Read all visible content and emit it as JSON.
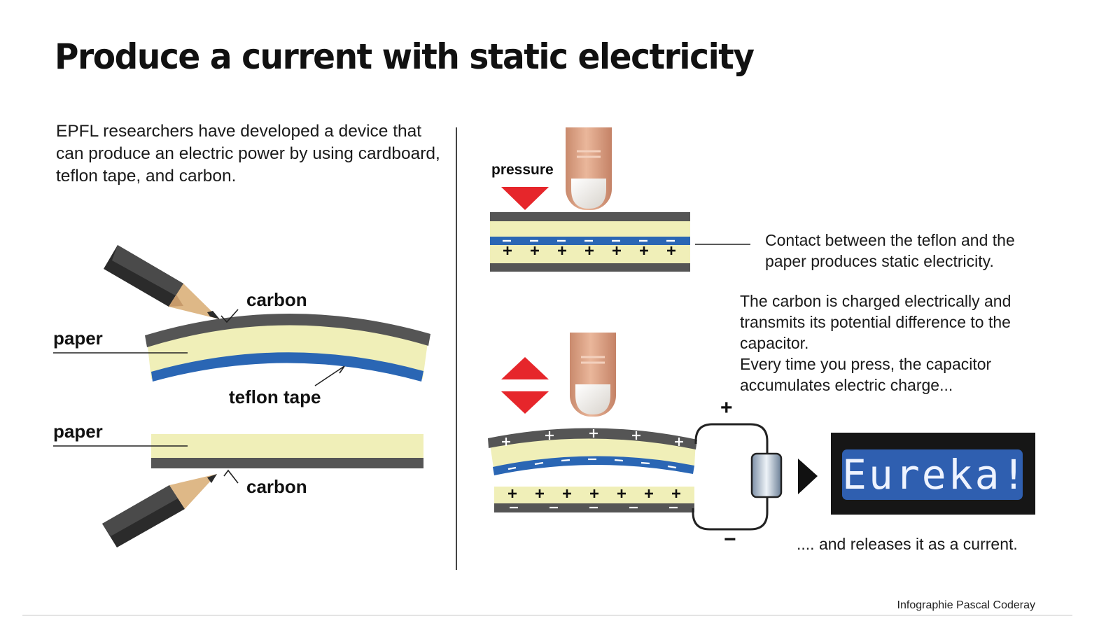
{
  "title": "Produce a current with static electricity",
  "intro": "EPFL researchers have developed a device that can produce an electric power by using cardboard, teflon tape, and carbon.",
  "left_labels": {
    "carbon_top": "carbon",
    "paper_top": "paper",
    "teflon_tape": "teflon tape",
    "paper_bottom": "paper",
    "carbon_bottom": "carbon"
  },
  "right": {
    "pressure_label": "pressure",
    "contact_text": "Contact between the teflon and the paper produces static electricity.",
    "charge_text_1": "The carbon is charged electrically and transmits its potential difference to the capacitor.",
    "charge_text_2": "Every time you press, the capacitor accumulates electric charge...",
    "plus_sign": "+",
    "minus_sign": "−",
    "display_text": "Eureka!",
    "release_text": ".... and releases it as a current."
  },
  "credit": "Infographie Pascal Coderay",
  "colors": {
    "carbon": "#555555",
    "paper": "#f0efb8",
    "teflon": "#2a66b4",
    "arrow_red": "#e6262b",
    "lcd_bg": "#2f5fb0",
    "lcd_frame": "#161616",
    "skin": "#e0a889"
  }
}
